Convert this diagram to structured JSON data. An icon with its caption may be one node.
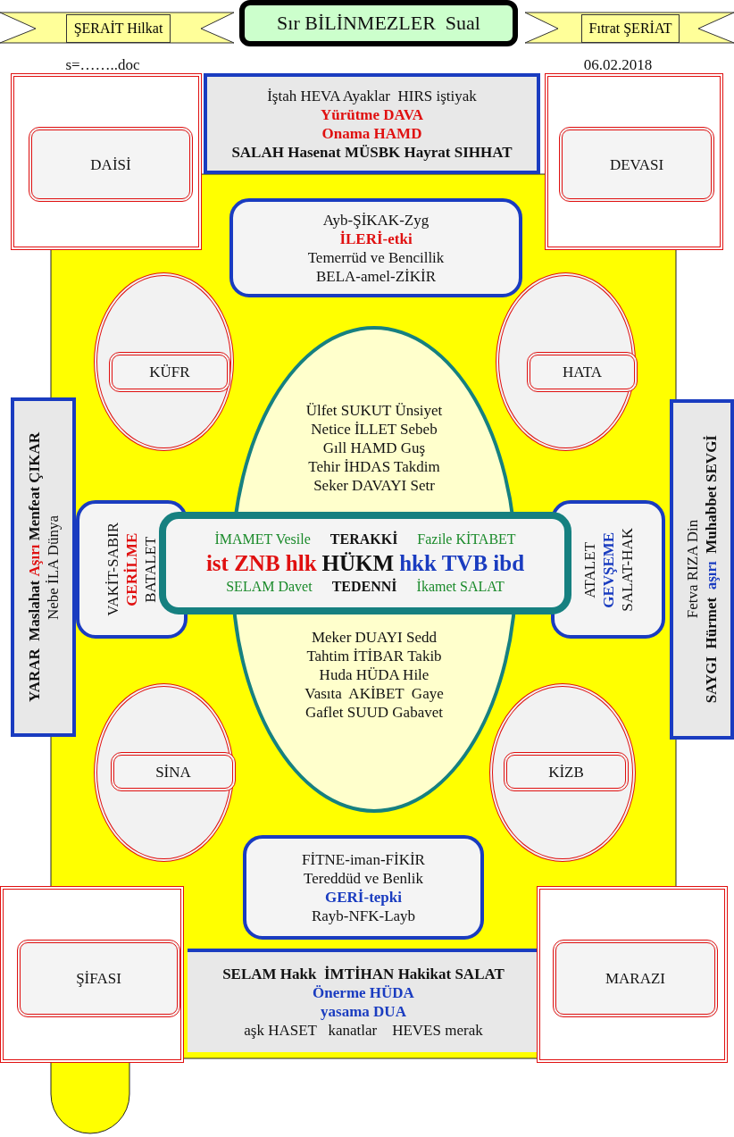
{
  "diagram": {
    "nodes": [
      {
        "text": [
          "ŞERAİT Hilkat"
        ]
      },
      {
        "text": [
          "Sır BİLİNMEZLER  Sual"
        ]
      },
      {
        "text": [
          "Fıtrat ŞERİAT"
        ]
      },
      {
        "text": [],
        "shape": "box"
      },
      {
        "text": [
          "DAİSİ"
        ],
        "in": 3
      },
      {
        "text": [
          "İştah HEVA Ayaklar  HIRS iştiyak",
          "Yürütme DAVA",
          "Onama HAMD",
          "SALAH Hasenat MÜSBK Hayrat SIHHAT"
        ]
      },
      {
        "text": [],
        "shape": "box"
      },
      {
        "text": [
          "DEVASI"
        ],
        "in": 6
      },
      {
        "text": [
          "Ayb-ŞİKAK-Zyg",
          "İLERİ-etki",
          "Temerrüd ve Bencillik",
          "BELA-amel-ZİKİR"
        ]
      },
      {
        "text": [],
        "shape": "ellipse"
      },
      {
        "text": [
          "KÜFR"
        ],
        "in": 9
      },
      {
        "text": [],
        "shape": "ellipse"
      },
      {
        "text": [
          "HATA"
        ],
        "in": 11
      },
      {
        "text": [
          "YARAR  Maslahat Aşırı Menfeat ÇIKAR",
          "Nebe İLA Dünya"
        ]
      },
      {
        "text": [
          "Ülfet SUKUT Ünsiyet",
          "Netice İLLET Sebeb",
          "Gıll HAMD Guş",
          "Tehir İHDAS Takdim",
          "Seker DAVAYI Setr",
          "Meker DUAYI Sedd",
          "Tahtim İTİBAR Takib",
          "Huda HÜDA Hile",
          "Vasıta  AKİBET  Gaye",
          "Gaflet SUUD Gabavet"
        ]
      },
      {
        "text": [
          "VAKİT-SABIR",
          "GERİLME",
          "BATALET"
        ]
      },
      {
        "text": [
          "İMAMET Vesile",
          "TERAKKİ",
          "Fazile KİTABET",
          "ist ZNB hlk",
          "HÜKM",
          "hkk TVB ibd",
          "SELAM Davet",
          "TEDENNİ",
          "İkamet SALAT"
        ]
      },
      {
        "text": [
          "ATALET",
          "GEVŞEME",
          "SALAT-HAK"
        ]
      },
      {
        "text": [
          "Fetva RIZA Din",
          "SAYGI  Hürmet  aşırı  Muhabbet SEVGİ"
        ]
      },
      {
        "text": [],
        "shape": "ellipse"
      },
      {
        "text": [
          "SİNA"
        ],
        "in": 19
      },
      {
        "text": [],
        "shape": "ellipse"
      },
      {
        "text": [
          "KİZB"
        ],
        "in": 21
      },
      {
        "text": [
          "FİTNE-iman-FİKİR",
          "Tereddüd ve Benlik",
          "GERİ-tepki",
          "Rayb-NFK-Layb"
        ]
      },
      {
        "text": [],
        "shape": "box"
      },
      {
        "text": [
          "ŞİFASI"
        ],
        "in": 24
      },
      {
        "text": [
          "SELAM Hakk  İMTİHAN Hakikat SALAT",
          "Önerme HÜDA",
          "yasama DUA",
          "aşk HASET   kanatlar    HEVES merak"
        ]
      },
      {
        "text": [],
        "shape": "box"
      },
      {
        "text": [
          "MARAZI"
        ],
        "in": 27
      }
    ],
    "labels": [
      "s=……..doc",
      "06.02.2018"
    ]
  }
}
